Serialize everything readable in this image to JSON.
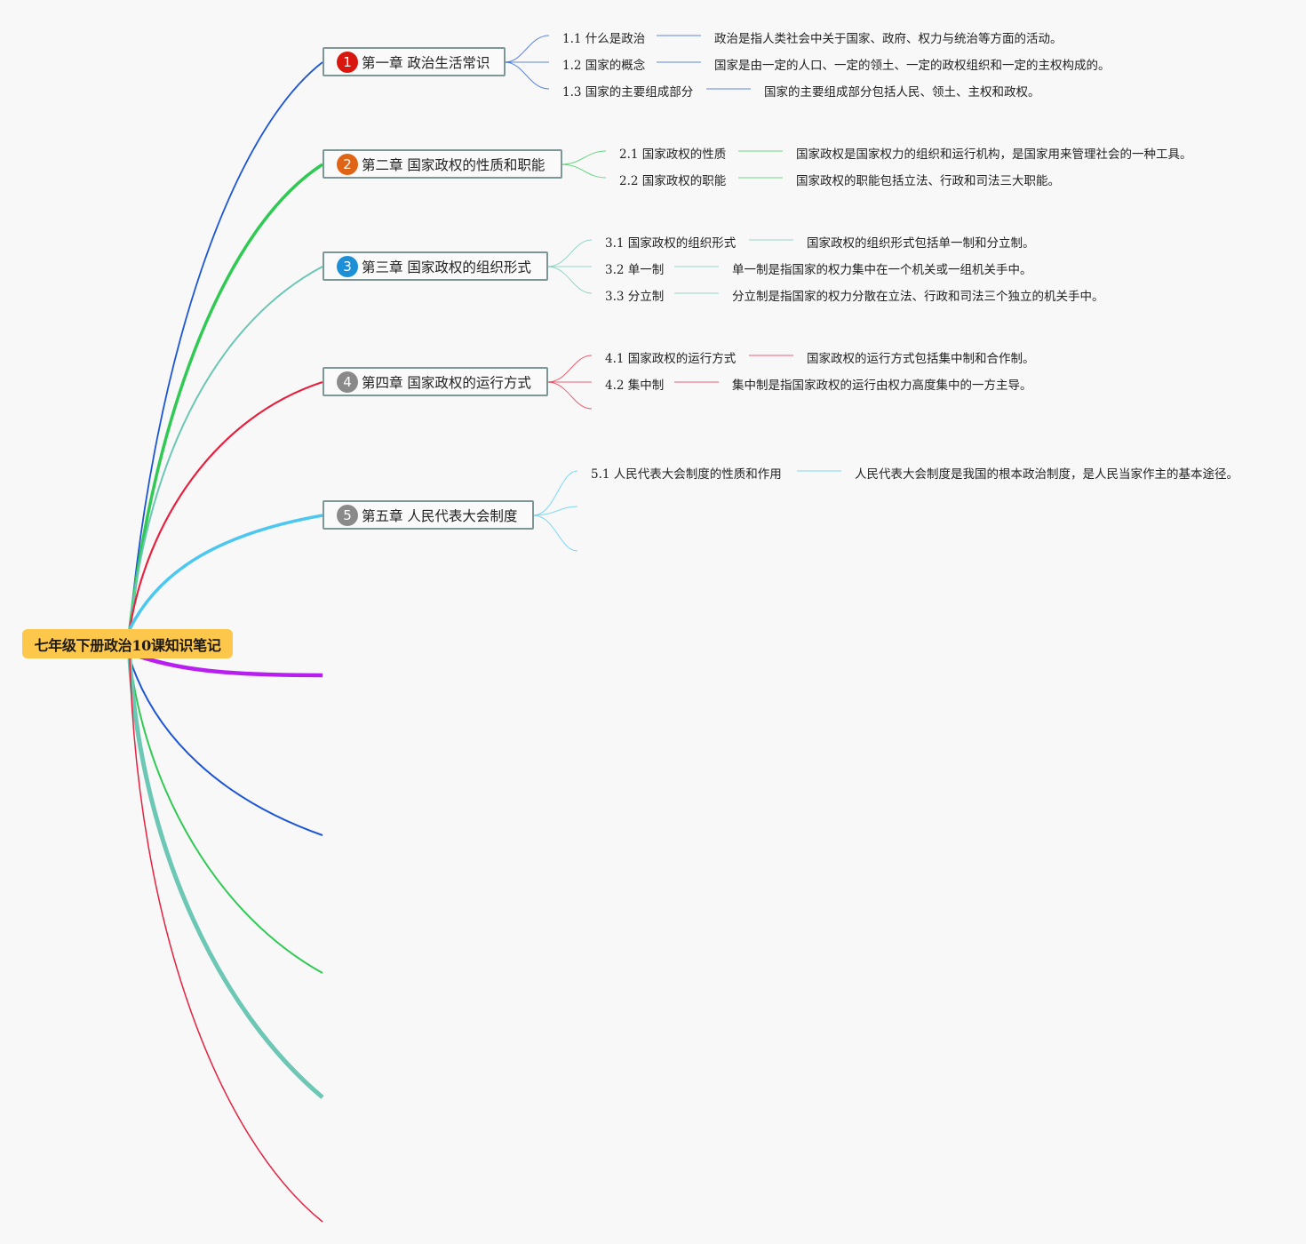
{
  "root": {
    "title": "七年级下册政治10课知识笔记"
  },
  "colors": {
    "blue": "#1c56d6",
    "green": "#30c954",
    "teal": "#6cc7b4",
    "red": "#e5213f",
    "sky": "#4cc8f0",
    "purple": "#b81ef0",
    "ch1": "#d8180f",
    "ch2": "#e06415",
    "ch3": "#1c8fd6",
    "ch4": "#8a8a8a",
    "ch5": "#8a8a8a"
  },
  "chapters": [
    {
      "num": "1",
      "title": "第一章 政治生活常识",
      "color_key": "blue",
      "items": [
        {
          "idx": "1.1",
          "label": "什么是政治",
          "desc": "政治是指人类社会中关于国家、政府、权力与统治等方面的活动。"
        },
        {
          "idx": "1.2",
          "label": "国家的概念",
          "desc": "国家是由一定的人口、一定的领土、一定的政权组织和一定的主权构成的。"
        },
        {
          "idx": "1.3",
          "label": "国家的主要组成部分",
          "desc": "国家的主要组成部分包括人民、领土、主权和政权。"
        }
      ]
    },
    {
      "num": "2",
      "title": "第二章 国家政权的性质和职能",
      "color_key": "green",
      "items": [
        {
          "idx": "2.1",
          "label": "国家政权的性质",
          "desc": "国家政权是国家权力的组织和运行机构，是国家用来管理社会的一种工具。"
        },
        {
          "idx": "2.2",
          "label": "国家政权的职能",
          "desc": "国家政权的职能包括立法、行政和司法三大职能。"
        }
      ]
    },
    {
      "num": "3",
      "title": "第三章 国家政权的组织形式",
      "color_key": "teal",
      "items": [
        {
          "idx": "3.1",
          "label": "国家政权的组织形式",
          "desc": "国家政权的组织形式包括单一制和分立制。"
        },
        {
          "idx": "3.2",
          "label": "单一制",
          "desc": "单一制是指国家的权力集中在一个机关或一组机关手中。"
        },
        {
          "idx": "3.3",
          "label": "分立制",
          "desc": "分立制是指国家的权力分散在立法、行政和司法三个独立的机关手中。"
        }
      ]
    },
    {
      "num": "4",
      "title": "第四章 国家政权的运行方式",
      "color_key": "red",
      "items": [
        {
          "idx": "4.1",
          "label": "国家政权的运行方式",
          "desc": "国家政权的运行方式包括集中制和合作制。"
        },
        {
          "idx": "4.2",
          "label": "集中制",
          "desc": "集中制是指国家政权的运行由权力高度集中的一方主导。"
        }
      ]
    },
    {
      "num": "5",
      "title": "第五章 人民代表大会制度",
      "color_key": "sky",
      "items": [
        {
          "idx": "5.1",
          "label": "人民代表大会制度的性质和作用",
          "desc": "人民代表大会制度是我国的根本政治制度，是人民当家作主的基本途径。"
        }
      ]
    }
  ]
}
